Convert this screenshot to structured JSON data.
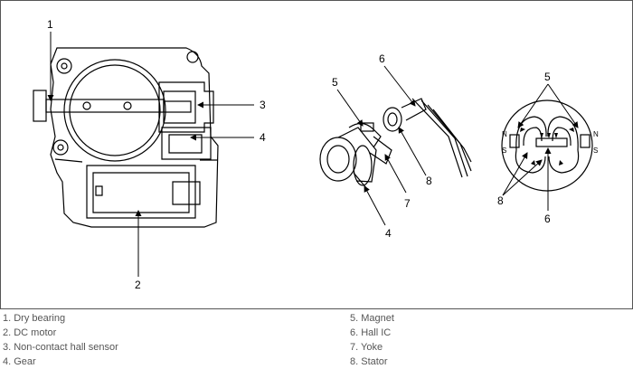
{
  "callouts": {
    "c1": "1",
    "c2": "2",
    "c3": "3",
    "c4a": "4",
    "c5a": "5",
    "c6a": "6",
    "c4b": "4",
    "c7": "7",
    "c8a": "8",
    "c5b": "5",
    "c8b": "8",
    "c6b": "6"
  },
  "poles": {
    "n_left": "N",
    "s_left": "S",
    "n_right": "N",
    "s_right": "S"
  },
  "legend": {
    "left": [
      "1. Dry bearing",
      "2. DC motor",
      "3. Non-contact hall sensor",
      "4. Gear"
    ],
    "right": [
      "5. Magnet",
      "6. Hall IC",
      "7. Yoke",
      "8. Stator"
    ]
  }
}
